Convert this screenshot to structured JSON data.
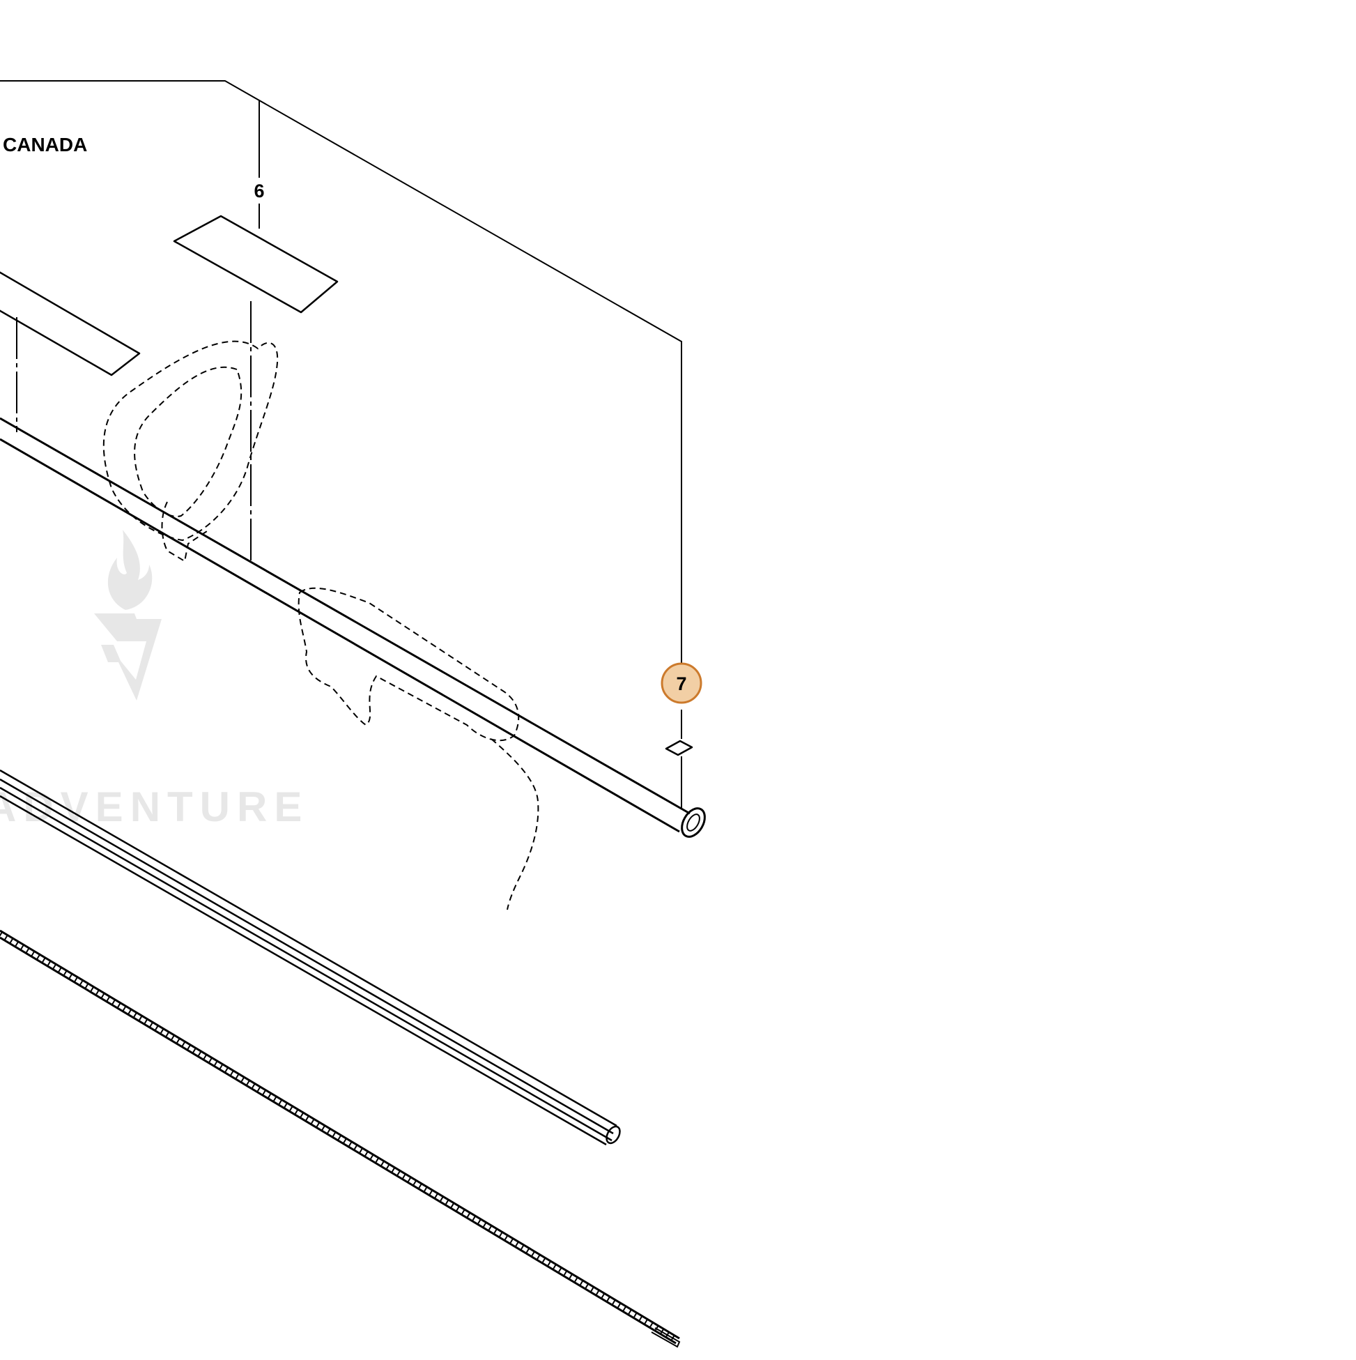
{
  "diagram": {
    "region_label": "CANADA",
    "callouts": [
      {
        "id": "part-6",
        "number": "6",
        "highlighted": false
      },
      {
        "id": "part-7",
        "number": "7",
        "highlighted": true
      }
    ],
    "watermark": {
      "text": "ADVENTURE",
      "shown_text": "ADVENTURE"
    },
    "colors": {
      "line": "#000000",
      "highlight_fill": "#f2cfa5",
      "highlight_stroke": "#cc7a2c",
      "watermark": "#d4d4d4"
    }
  }
}
